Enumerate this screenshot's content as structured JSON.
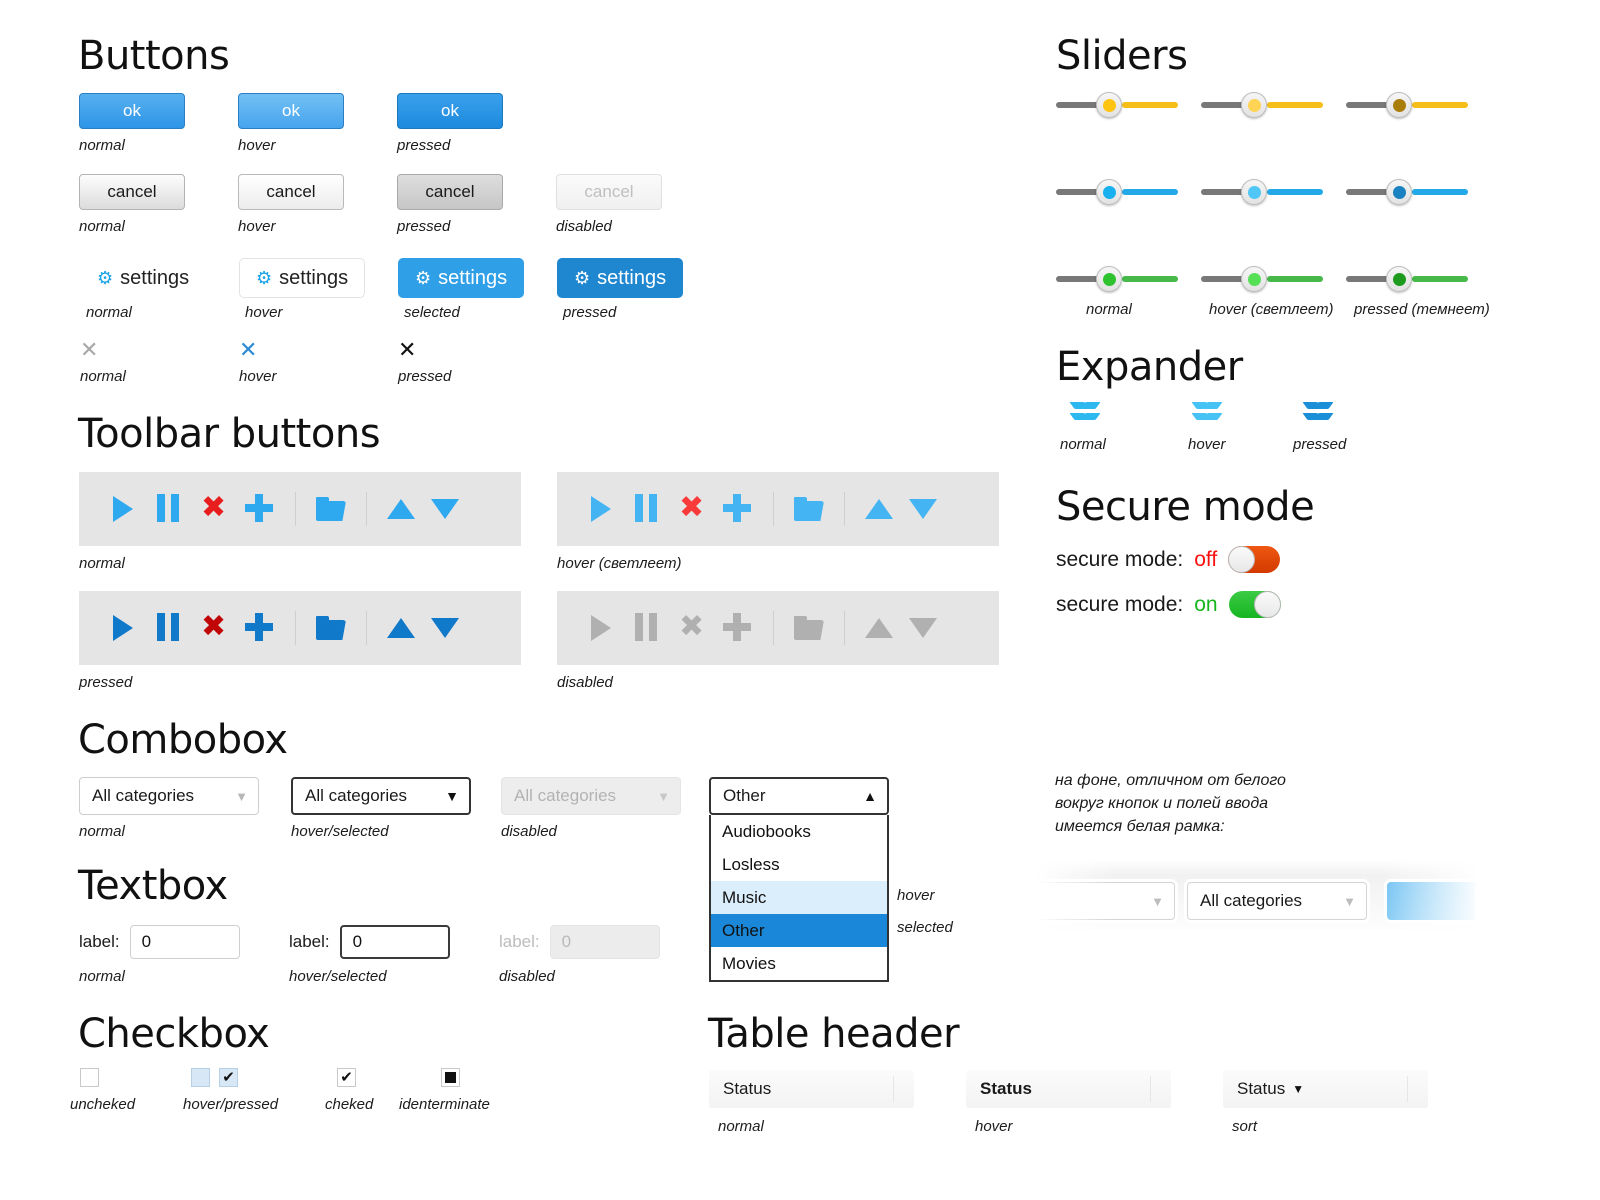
{
  "sections": {
    "buttons": "Buttons",
    "toolbar_buttons": "Toolbar buttons",
    "combobox": "Combobox",
    "textbox": "Textbox",
    "checkbox": "Checkbox",
    "table_header": "Table header",
    "sliders": "Sliders",
    "expander": "Expander",
    "secure_mode": "Secure mode"
  },
  "states": {
    "normal": "normal",
    "hover": "hover",
    "pressed": "pressed",
    "disabled": "disabled",
    "selected": "selected",
    "sort": "sort",
    "hover_ru_light": "hover (светлеет)",
    "pressed_ru_dark": "pressed (темнеет)",
    "hover_selected": "hover/selected",
    "hover_pressed": "hover/pressed",
    "uncheked": "uncheked",
    "cheked": "cheked",
    "identerminate": "identerminate"
  },
  "buttons": {
    "ok_label": "ok",
    "cancel_label": "cancel",
    "settings_label": "settings",
    "gear_icon": "gear-icon",
    "close_icon": "✕",
    "close_icon_thin": "✕"
  },
  "toolbar": {
    "icons": [
      "play-icon",
      "pause-icon",
      "close-x-icon",
      "plus-icon",
      "separator",
      "folder-icon",
      "separator",
      "triangle-up-icon",
      "triangle-down-icon"
    ],
    "x_glyph": "✖",
    "states": [
      "normal",
      "hover (светлеет)",
      "pressed",
      "disabled"
    ]
  },
  "combobox": {
    "value": "All categories",
    "open_value": "Other",
    "arrow_down": "▼",
    "arrow_up": "▲",
    "options": [
      "Audiobooks",
      "Losless",
      "Music",
      "Other",
      "Movies"
    ],
    "option_hover_label": "hover",
    "option_selected_label": "selected"
  },
  "textbox": {
    "label": "label:",
    "value": "0"
  },
  "checkbox": {
    "check_glyph": "✔",
    "indeterminate_glyph": "■"
  },
  "table_header": {
    "title": "Status",
    "sort_arrow": "▼"
  },
  "sliders": {
    "rows": [
      {
        "color": "#ffc412",
        "hover": "#ffd354",
        "pressed": "#a97d0a",
        "track": "#f5bf18"
      },
      {
        "color": "#19b0ef",
        "hover": "#4fc6f6",
        "pressed": "#1a82c0",
        "track": "#23a9e8"
      },
      {
        "color": "#2fc22f",
        "hover": "#56e056",
        "pressed": "#1e9b1e",
        "track": "#46b94a"
      }
    ],
    "track_left": "#787878"
  },
  "expander": {
    "chevron_icon": "chevron-double-down-icon"
  },
  "secure_mode": {
    "label": "secure mode:",
    "off_value": "off",
    "on_value": "on",
    "off_color": "#fb0f0f",
    "on_color": "#17b61e"
  },
  "note": {
    "text": "на фоне, отличном от белого\nвокруг кнопок и полей ввода\nимеется белая рамка:",
    "demo_value": "All categories",
    "demo_arrow": "▼"
  }
}
